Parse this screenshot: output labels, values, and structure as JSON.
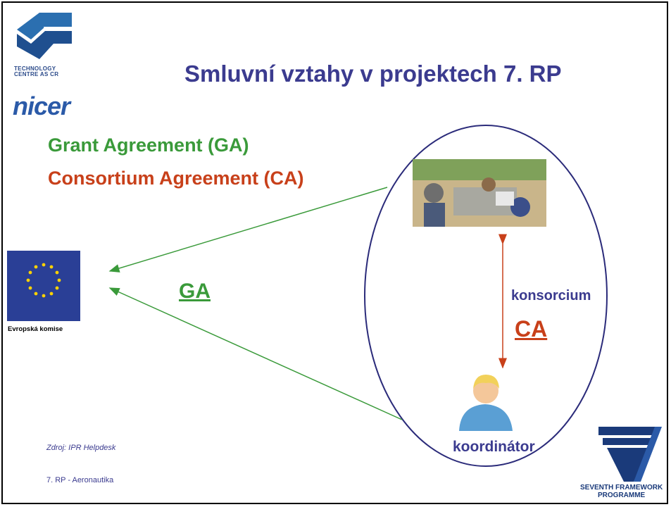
{
  "title": "Smluvní vztahy v projektech 7. RP",
  "logos": {
    "tc_line1": "TECHNOLOGY",
    "tc_line2": "CENTRE AS CR",
    "nicer": "nicer",
    "seventh_line1": "SEVENTH FRAMEWORK",
    "seventh_line2": "PROGRAMME"
  },
  "agreements": {
    "ga": "Grant Agreement (GA)",
    "ca": "Consortium Agreement (CA)"
  },
  "diagram": {
    "eu_caption": "Evropská komise",
    "ga_label": "GA",
    "consortium_label": "konsorcium",
    "ca_label": "CA",
    "coordinator_label": "koordinátor"
  },
  "footer": {
    "source": "Zdroj: IPR Helpdesk",
    "page_label": "7. RP - Aeronautika"
  },
  "colors": {
    "title": "#3b3b8f",
    "ga": "#3a9a3a",
    "ca": "#c8401a",
    "ellipse": "#2b2b7a"
  }
}
